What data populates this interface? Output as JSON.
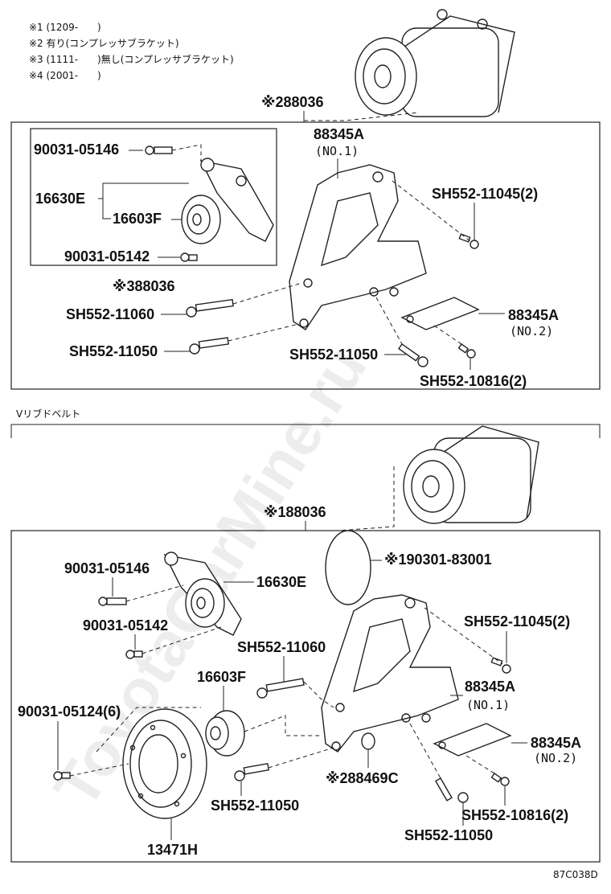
{
  "notes": [
    "※1 (1209-　　)",
    "※2 有り(コンプレッサブラケット)",
    "※3 (1111-　　)無し(コンプレッサブラケット)",
    "※4 (2001-　　)"
  ],
  "section_title": "Vリブドベルト",
  "diagram_code": "87C038D",
  "watermark": "ToyotaCarMine.ru",
  "top": {
    "assembly_ref": "※288036",
    "bracket_no1_part": "88345A",
    "bracket_no1_sub": "(NO.1)",
    "bolt_11045": "SH552-11045(2)",
    "bracket_no2_part": "88345A",
    "bracket_no2_sub": "(NO.2)",
    "bolt_11060": "SH552-11060",
    "bolt_11050_left": "SH552-11050",
    "bolt_11050_mid": "SH552-11050",
    "bolt_10816": "SH552-10816(2)",
    "inset": {
      "bolt_05146": "90031-05146",
      "tensioner": "16630E",
      "idler": "16603F",
      "bolt_05142": "90031-05142",
      "assembly_ref": "※388036"
    }
  },
  "bottom": {
    "assembly_ref": "※188036",
    "gasket": "※190301-83001",
    "bolt_05146": "90031-05146",
    "tensioner": "16630E",
    "bolt_05142": "90031-05142",
    "bolt_11060": "SH552-11060",
    "idler": "16603F",
    "bolt_11045": "SH552-11045(2)",
    "bracket_no1_part": "88345A",
    "bracket_no1_sub": "(NO.1)",
    "bolt_05124": "90031-05124(6)",
    "bracket_no2_part": "88345A",
    "bracket_no2_sub": "(NO.2)",
    "spacer": "※288469C",
    "bolt_11050_left": "SH552-11050",
    "bolt_10816": "SH552-10816(2)",
    "bolt_11050_right": "SH552-11050",
    "pulley": "13471H"
  }
}
